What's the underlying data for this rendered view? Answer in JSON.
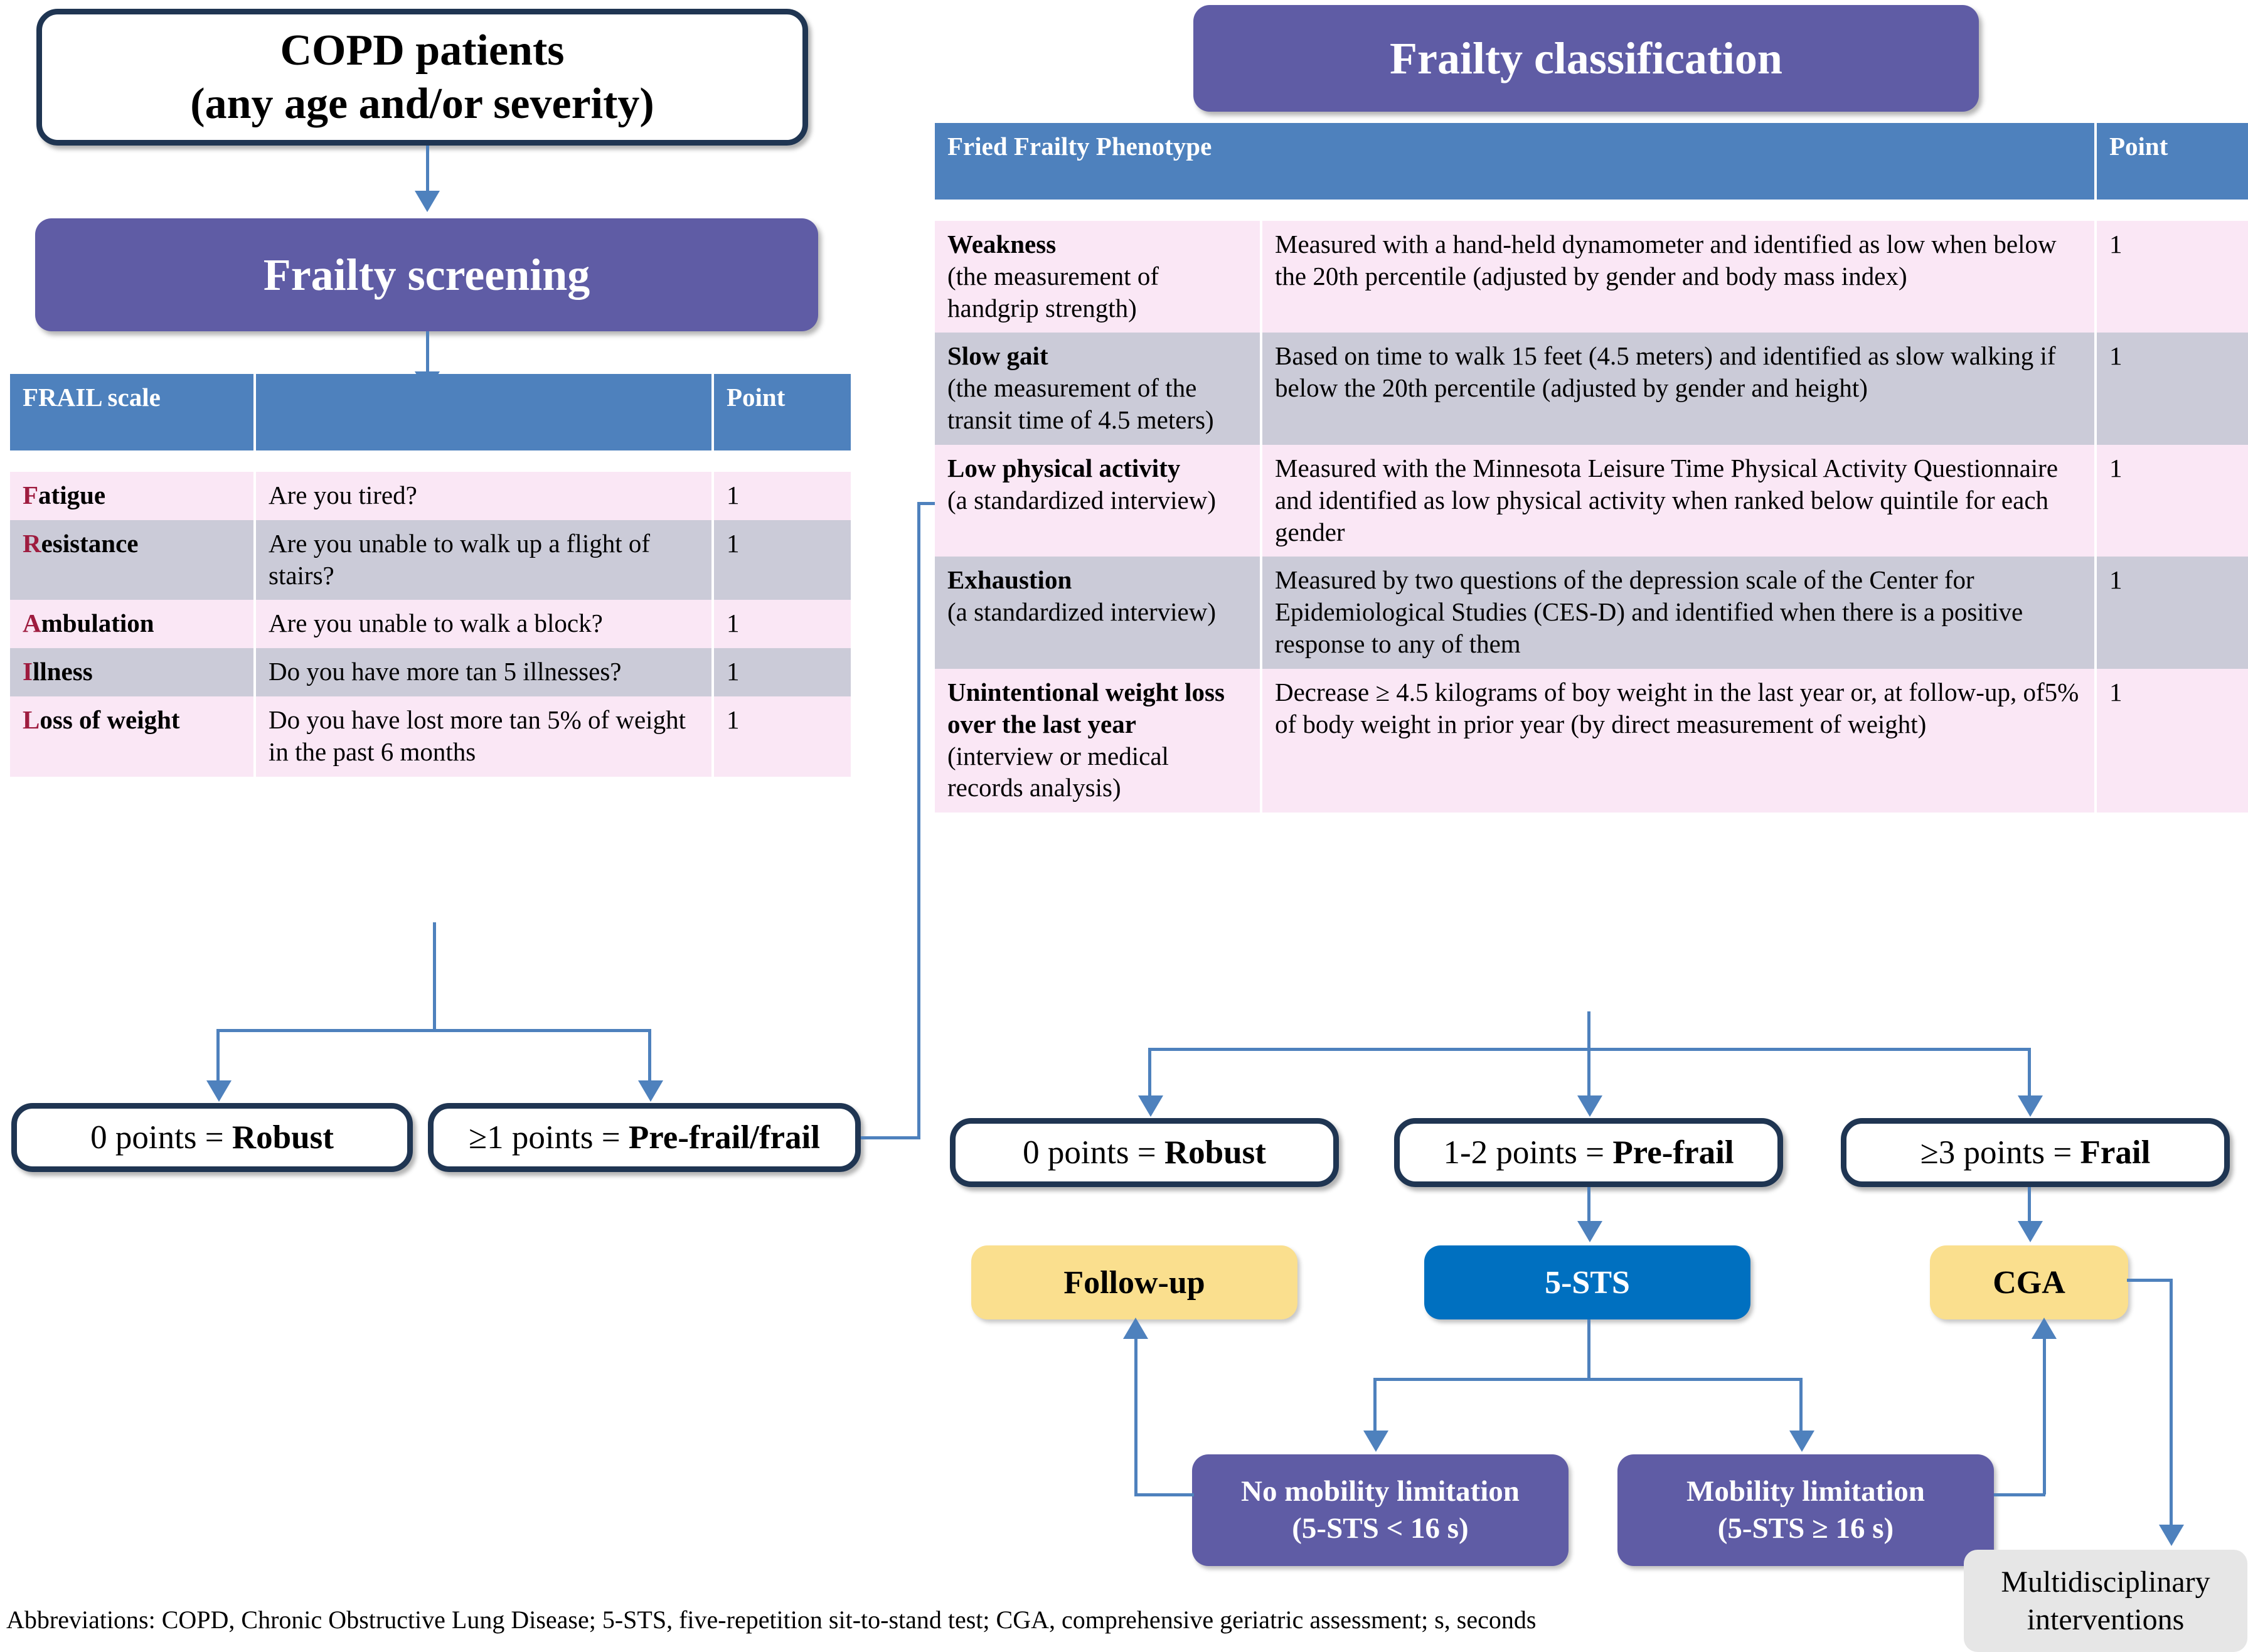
{
  "left_flow": {
    "start_box": {
      "line1": "COPD patients",
      "line2": "(any age and/or severity)"
    },
    "screening_banner": "Frailty screening",
    "frail_table": {
      "header": {
        "col1": "FRAIL scale",
        "col2": "",
        "col3": "Point"
      },
      "rows": [
        {
          "initial": "F",
          "rest": "atigue",
          "question": "Are you tired?",
          "point": "1"
        },
        {
          "initial": "R",
          "rest": "esistance",
          "question": "Are you unable to walk up a flight of stairs?",
          "point": "1"
        },
        {
          "initial": "A",
          "rest": "mbulation",
          "question": "Are you unable to walk a block?",
          "point": "1"
        },
        {
          "initial": "I",
          "rest": "llness",
          "question": "Do you have more tan 5 illnesses?",
          "point": "1"
        },
        {
          "initial": "L",
          "rest": "oss of weight",
          "question": "Do you have lost more tan 5% of weight in the past 6 months",
          "point": "1"
        }
      ]
    },
    "outcomes": [
      {
        "prefix": "0 points = ",
        "bold": "Robust"
      },
      {
        "prefix": "≥1 points = ",
        "bold": "Pre-frail/frail"
      }
    ]
  },
  "right_flow": {
    "classification_banner": "Frailty classification",
    "fried_table": {
      "header": {
        "col1": "Fried Frailty Phenotype",
        "col2": "",
        "col3": "Point"
      },
      "rows": [
        {
          "name": "Weakness",
          "sub": "(the measurement  of handgrip strength)",
          "description": "Measured with a hand-held dynamometer and identified as low when below the 20th percentile (adjusted by gender and body mass index)",
          "point": "1"
        },
        {
          "name": "Slow gait",
          "sub": "(the measurement of the transit time of 4.5 meters)",
          "description": "Based on time to walk 15 feet (4.5 meters) and identified as slow walking if below the 20th percentile (adjusted by gender and height)",
          "point": "1"
        },
        {
          "name": "Low physical activity",
          "sub": "(a standardized interview)",
          "description": "Measured with the Minnesota Leisure Time Physical Activity Questionnaire and identified as low physical activity when ranked below quintile for each gender",
          "point": "1"
        },
        {
          "name": "Exhaustion",
          "sub": "(a standardized interview)",
          "description": "Measured by two questions of the depression scale of the Center for Epidemiological Studies (CES-D) and identified when there is a positive response to any of them",
          "point": "1"
        },
        {
          "name": "Unintentional weight loss over the last year",
          "sub": "(interview or medical records analysis)",
          "description": "Decrease ≥ 4.5 kilograms of boy weight in the last year or, at follow-up, of5% of body weight in prior year (by direct measurement of weight)",
          "point": "1"
        }
      ]
    },
    "outcomes": [
      {
        "prefix": "0 points = ",
        "bold": "Robust"
      },
      {
        "prefix": "1-2 points = ",
        "bold": "Pre-frail"
      },
      {
        "prefix": "≥3 points = ",
        "bold": "Frail"
      }
    ],
    "actions": {
      "follow_up": "Follow-up",
      "five_sts": "5-STS",
      "cga": "CGA"
    },
    "mobility": [
      {
        "line1": "No mobility limitation",
        "line2": "(5-STS < 16 s)"
      },
      {
        "line1": "Mobility limitation",
        "line2": "(5-STS ≥ 16 s)"
      }
    ],
    "intervention": {
      "line1": "Multidisciplinary",
      "line2": "interventions"
    }
  },
  "footnote": "Abbreviations: COPD, Chronic Obstructive Lung Disease; 5-STS, five-repetition sit-to-stand test; CGA, comprehensive geriatric assessment; s, seconds",
  "colors": {
    "purple": "#5F5CA5",
    "table_header_blue": "#4E81BD",
    "row_pink": "#FAE7F5",
    "row_grey": "#CBCBD8",
    "yellow": "#FADF8E",
    "blue": "#0070C0",
    "navy_border": "#1F3552",
    "crimson_initial": "#9E1C3F",
    "grey_box": "#E6E6E6"
  }
}
